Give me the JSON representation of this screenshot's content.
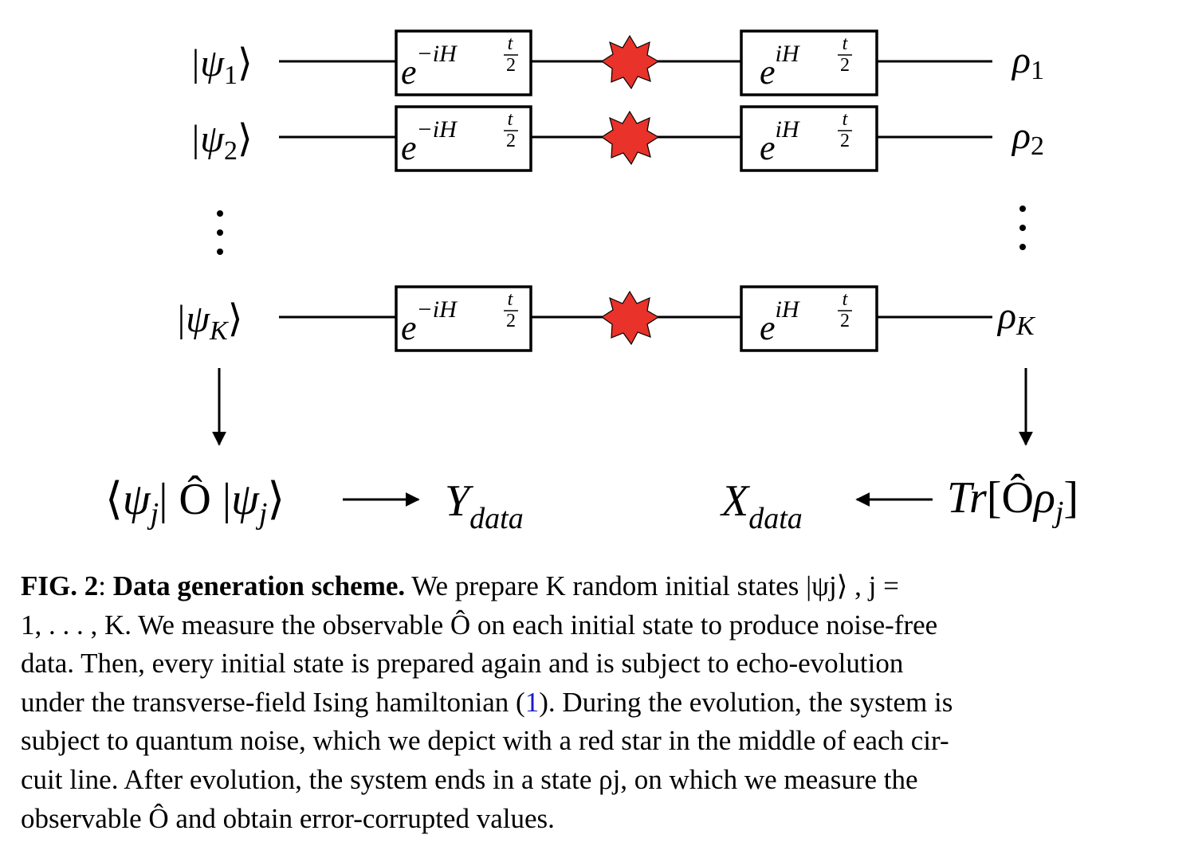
{
  "figure": {
    "rows": [
      {
        "state": "|ψ₁⟩",
        "output": "ρ₁",
        "left_gate": "e^{-iH t/2}",
        "right_gate": "e^{iH t/2}"
      },
      {
        "state": "|ψ₂⟩",
        "output": "ρ₂",
        "left_gate": "e^{-iH t/2}",
        "right_gate": "e^{iH t/2}"
      },
      {
        "state": "|ψK⟩",
        "output": "ρK",
        "left_gate": "e^{-iH t/2}",
        "right_gate": "e^{iH t/2}"
      }
    ],
    "ellipsis": "⋮",
    "noise_color": "#e8322a",
    "bottom_left_expr": "⟨ψj| Ô |ψj⟩",
    "y_data": "Ydata",
    "x_data": "Xdata",
    "bottom_right_expr": "Tr[Ôρj]"
  },
  "caption": {
    "label": "FIG. 2",
    "title": "Data generation scheme.",
    "lines": [
      "We prepare K random initial states |ψj⟩ , j =",
      "1, . . . , K. We measure the observable Ô on each initial state to produce noise-free",
      "data. Then, every initial state is prepared again and is subject to echo-evolution",
      "under the transverse-field Ising hamiltonian (1). During the evolution, the system is",
      "subject to quantum noise, which we depict with a red star in the middle of each cir-",
      "cuit line. After evolution, the system ends in a state ρj, on which we measure the",
      "observable Ô and obtain error-corrupted values."
    ]
  }
}
